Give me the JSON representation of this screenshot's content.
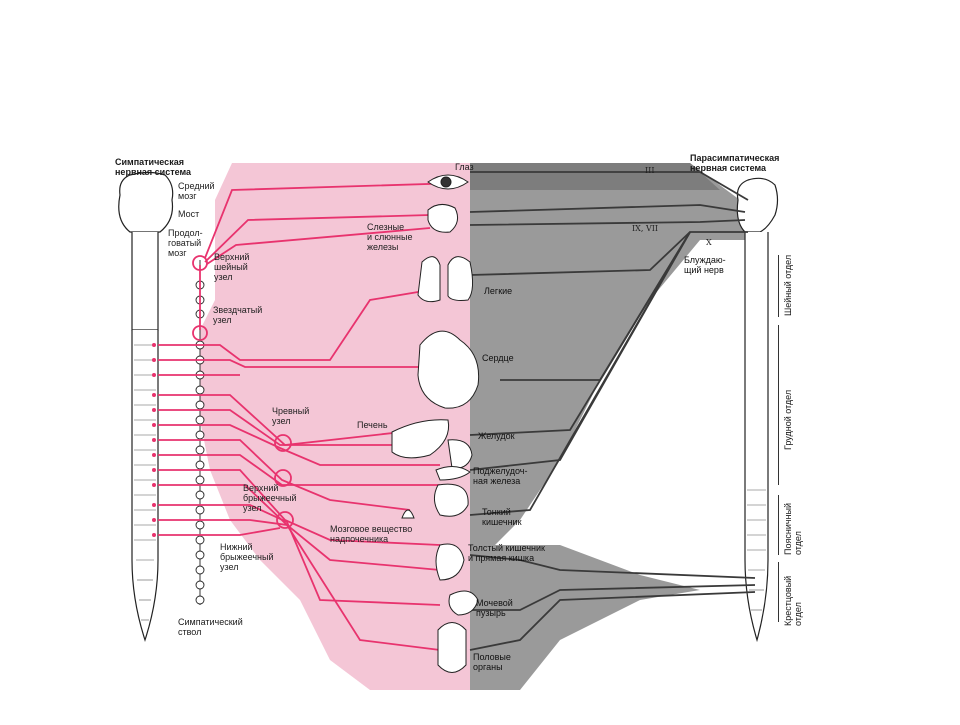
{
  "colors": {
    "sympathetic": "#e8336e",
    "sympathetic_zone": "#f4c6d6",
    "parasympathetic": "#4a4a4a",
    "parasympathetic_zone": "#9e9e9e",
    "background": "#ffffff"
  },
  "sympathetic": {
    "title": "Симпатическая\nнервная система",
    "midbrain": "Средний\nмозг",
    "pons": "Мост",
    "medulla": "Продол-\nговатый\nмозг",
    "superior_cervical_ganglion": "Верхний\nшейный\nузел",
    "stellate_ganglion": "Звездчатый\nузел",
    "celiac_ganglion": "Чревный\nузел",
    "superior_mesenteric_ganglion": "Верхний\nбрыжеечный\nузел",
    "inferior_mesenteric_ganglion": "Нижний\nбрыжеечный\nузел",
    "sympathetic_trunk": "Симпатический\nствол"
  },
  "organs": {
    "eye": "Глаз",
    "glands": "Слезные\nи слюнные\nжелезы",
    "lungs": "Легкие",
    "heart": "Сердце",
    "liver": "Печень",
    "stomach": "Желудок",
    "pancreas": "Поджелудоч-\nная железа",
    "small_intestine": "Тонкий\nкишечник",
    "adrenal_medulla": "Мозговое вещество\nнадпочечника",
    "large_intestine": "Толстый кишечник\nи прямая кишка",
    "bladder": "Мочевой\nпузырь",
    "genitals": "Половые\nорганы"
  },
  "parasympathetic": {
    "title": "Парасимпатическая\nнервная система",
    "vagus": "Блуждаю-\nщий нерв",
    "nerve_iii": "III",
    "nerve_ix_vii": "IX, VII",
    "nerve_x": "X"
  },
  "spine_sections": {
    "cervical": "Шейный отдел",
    "thoracic": "Грудной отдел",
    "lumbar": "Поясничный\nотдел",
    "sacral": "Крестцовый\nотдел"
  }
}
